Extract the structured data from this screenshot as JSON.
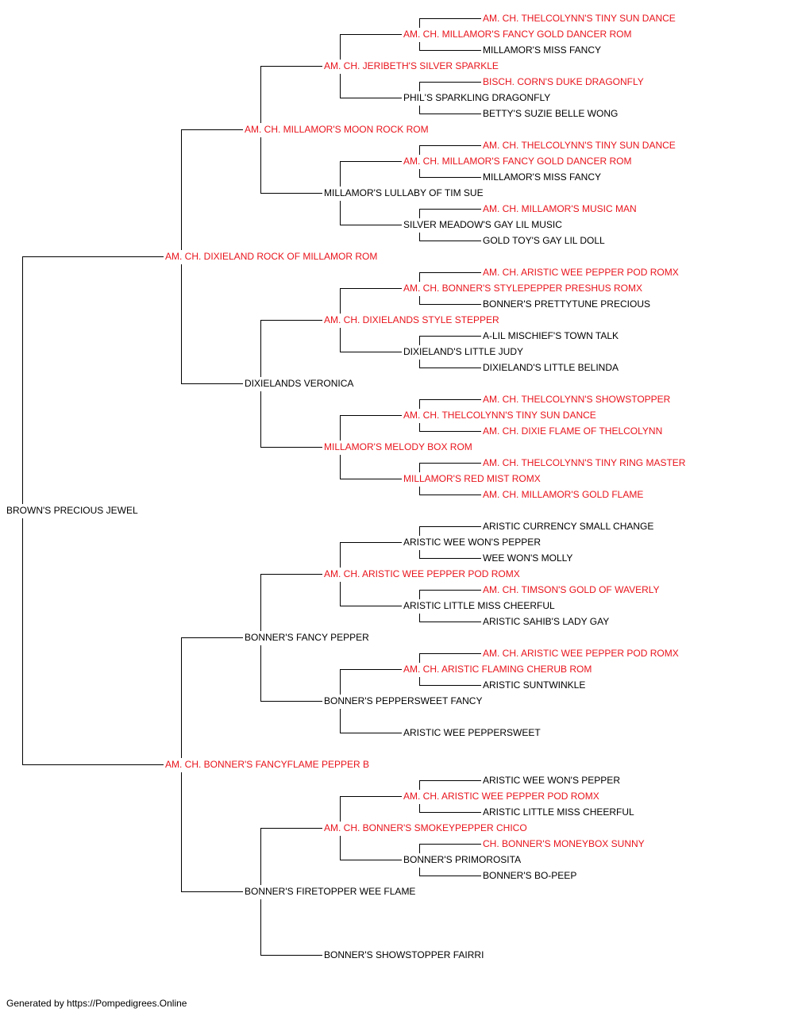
{
  "colors": {
    "champion": "#e8141c",
    "normal": "#000000",
    "line": "#000000"
  },
  "pedigree": {
    "name": "BROWN'S PRECIOUS JEWEL",
    "champion": false,
    "sire": {
      "name": "AM. CH. DIXIELAND ROCK OF MILLAMOR ROM",
      "champion": true,
      "sire": {
        "name": "AM. CH. MILLAMOR'S MOON ROCK ROM",
        "champion": true,
        "sire": {
          "name": "AM. CH. JERIBETH'S SILVER SPARKLE",
          "champion": true,
          "sire": {
            "name": "AM. CH. MILLAMOR'S FANCY GOLD DANCER ROM",
            "champion": true,
            "sire": {
              "name": "AM. CH. THELCOLYNN'S TINY SUN DANCE",
              "champion": true
            },
            "dam": {
              "name": "MILLAMOR'S MISS FANCY",
              "champion": false
            }
          },
          "dam": {
            "name": "PHIL'S SPARKLING DRAGONFLY",
            "champion": false,
            "sire": {
              "name": "BISCH. CORN'S DUKE DRAGONFLY",
              "champion": true
            },
            "dam": {
              "name": "BETTY'S SUZIE BELLE WONG",
              "champion": false
            }
          }
        },
        "dam": {
          "name": "MILLAMOR'S LULLABY OF TIM SUE",
          "champion": false,
          "sire": {
            "name": "AM. CH. MILLAMOR'S FANCY GOLD DANCER ROM",
            "champion": true,
            "sire": {
              "name": "AM. CH. THELCOLYNN'S TINY SUN DANCE",
              "champion": true
            },
            "dam": {
              "name": "MILLAMOR'S MISS FANCY",
              "champion": false
            }
          },
          "dam": {
            "name": "SILVER MEADOW'S GAY LIL MUSIC",
            "champion": false,
            "sire": {
              "name": "AM. CH. MILLAMOR'S MUSIC MAN",
              "champion": true
            },
            "dam": {
              "name": "GOLD TOY'S GAY LIL DOLL",
              "champion": false
            }
          }
        }
      },
      "dam": {
        "name": "DIXIELANDS VERONICA",
        "champion": false,
        "sire": {
          "name": "AM. CH. DIXIELANDS STYLE STEPPER",
          "champion": true,
          "sire": {
            "name": "AM. CH. BONNER'S STYLEPEPPER PRESHUS ROMX",
            "champion": true,
            "sire": {
              "name": "AM. CH. ARISTIC WEE PEPPER POD ROMX",
              "champion": true
            },
            "dam": {
              "name": "BONNER'S PRETTYTUNE PRECIOUS",
              "champion": false
            }
          },
          "dam": {
            "name": "DIXIELAND'S LITTLE JUDY",
            "champion": false,
            "sire": {
              "name": "A-LIL MISCHIEF'S TOWN TALK",
              "champion": false
            },
            "dam": {
              "name": "DIXIELAND'S LITTLE BELINDA",
              "champion": false
            }
          }
        },
        "dam": {
          "name": "MILLAMOR'S MELODY BOX ROM",
          "champion": true,
          "sire": {
            "name": "AM. CH. THELCOLYNN'S TINY SUN DANCE",
            "champion": true,
            "sire": {
              "name": "AM. CH. THELCOLYNN'S SHOWSTOPPER",
              "champion": true
            },
            "dam": {
              "name": "AM. CH. DIXIE FLAME OF THELCOLYNN",
              "champion": true
            }
          },
          "dam": {
            "name": "MILLAMOR'S RED MIST ROMX",
            "champion": true,
            "sire": {
              "name": "AM. CH. THELCOLYNN'S TINY RING MASTER",
              "champion": true
            },
            "dam": {
              "name": "AM. CH. MILLAMOR'S GOLD FLAME",
              "champion": true
            }
          }
        }
      }
    },
    "dam": {
      "name": "AM. CH. BONNER'S FANCYFLAME PEPPER B",
      "champion": true,
      "sire": {
        "name": "BONNER'S FANCY PEPPER",
        "champion": false,
        "sire": {
          "name": "AM. CH. ARISTIC WEE PEPPER POD ROMX",
          "champion": true,
          "sire": {
            "name": "ARISTIC WEE WON'S PEPPER",
            "champion": false,
            "sire": {
              "name": "ARISTIC CURRENCY SMALL CHANGE",
              "champion": false
            },
            "dam": {
              "name": "WEE WON'S MOLLY",
              "champion": false
            }
          },
          "dam": {
            "name": "ARISTIC LITTLE MISS CHEERFUL",
            "champion": false,
            "sire": {
              "name": "AM. CH. TIMSON'S GOLD OF WAVERLY",
              "champion": true
            },
            "dam": {
              "name": "ARISTIC SAHIB'S LADY GAY",
              "champion": false
            }
          }
        },
        "dam": {
          "name": "BONNER'S PEPPERSWEET FANCY",
          "champion": false,
          "sire": {
            "name": "AM. CH. ARISTIC FLAMING CHERUB ROM",
            "champion": true,
            "sire": {
              "name": "AM. CH. ARISTIC WEE PEPPER POD ROMX",
              "champion": true
            },
            "dam": {
              "name": "ARISTIC SUNTWINKLE",
              "champion": false
            }
          },
          "dam": {
            "name": "ARISTIC WEE PEPPERSWEET",
            "champion": false
          }
        }
      },
      "dam": {
        "name": "BONNER'S FIRETOPPER WEE FLAME",
        "champion": false,
        "sire": {
          "name": "AM. CH. BONNER'S SMOKEYPEPPER CHICO",
          "champion": true,
          "sire": {
            "name": "AM. CH. ARISTIC WEE PEPPER POD ROMX",
            "champion": true,
            "sire": {
              "name": "ARISTIC WEE WON'S PEPPER",
              "champion": false
            },
            "dam": {
              "name": "ARISTIC LITTLE MISS CHEERFUL",
              "champion": false
            }
          },
          "dam": {
            "name": "BONNER'S PRIMOROSITA",
            "champion": false,
            "sire": {
              "name": "CH. BONNER'S MONEYBOX SUNNY",
              "champion": true
            },
            "dam": {
              "name": "BONNER'S BO-PEEP",
              "champion": false
            }
          }
        },
        "dam": {
          "name": "BONNER'S SHOWSTOPPER FAIRRI",
          "champion": false
        }
      }
    }
  },
  "footer": "Generated by https://Pompedigrees.Online"
}
